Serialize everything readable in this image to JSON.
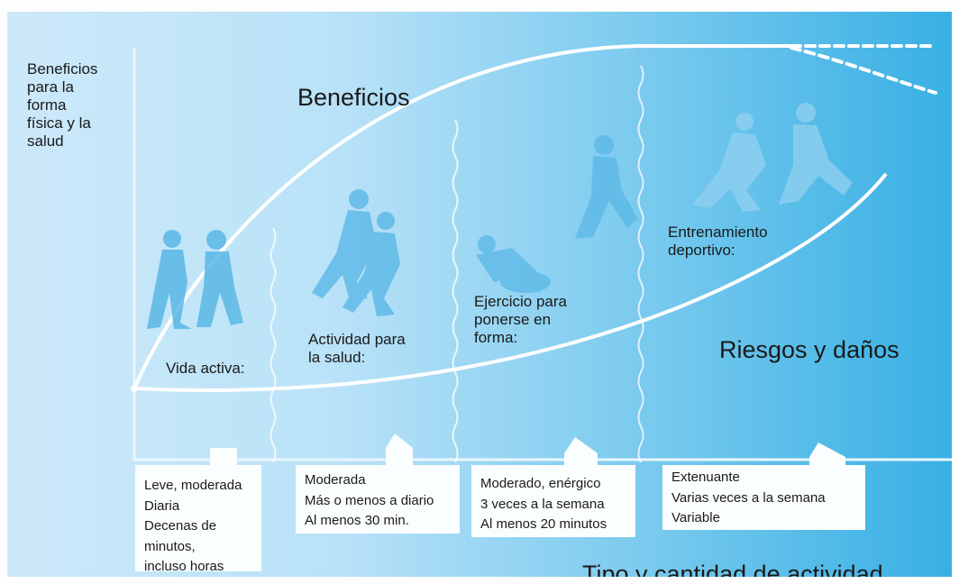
{
  "diagram": {
    "y_axis_label": [
      "Beneficios",
      "para la",
      "forma",
      "física y la",
      "salud"
    ],
    "x_axis_label": "Tipo y cantidad de actividad",
    "curves": {
      "benefits": "Beneficios",
      "risks": "Riesgos y daños"
    },
    "colors": {
      "background_light": "#cde9f9",
      "background_dark": "#38b0e4",
      "curve_stroke": "#ffffff",
      "figure_fill": "#5ab8e6",
      "text": "#1a1a1a"
    },
    "icons": [
      "walking-people-icon",
      "jogging-people-icon",
      "situps-and-running-icon",
      "sprinting-athletes-icon"
    ],
    "stages": [
      {
        "name": [
          "Vida activa:"
        ],
        "details": [
          "Leve, moderada",
          "Diaria",
          "Decenas de",
          "minutos,",
          "incluso horas"
        ]
      },
      {
        "name": [
          "Actividad para",
          "la salud:"
        ],
        "details": [
          "Moderada",
          "Más o menos a diario",
          "Al menos 30 min."
        ]
      },
      {
        "name": [
          "Ejercicio para",
          "ponerse en",
          "forma:"
        ],
        "details": [
          "Moderado, enérgico",
          "3 veces a la semana",
          "Al menos 20 minutos"
        ]
      },
      {
        "name": [
          "Entrenamiento",
          "deportivo:"
        ],
        "details": [
          "Extenuante",
          "Varias veces a la semana",
          "Variable"
        ]
      }
    ]
  }
}
